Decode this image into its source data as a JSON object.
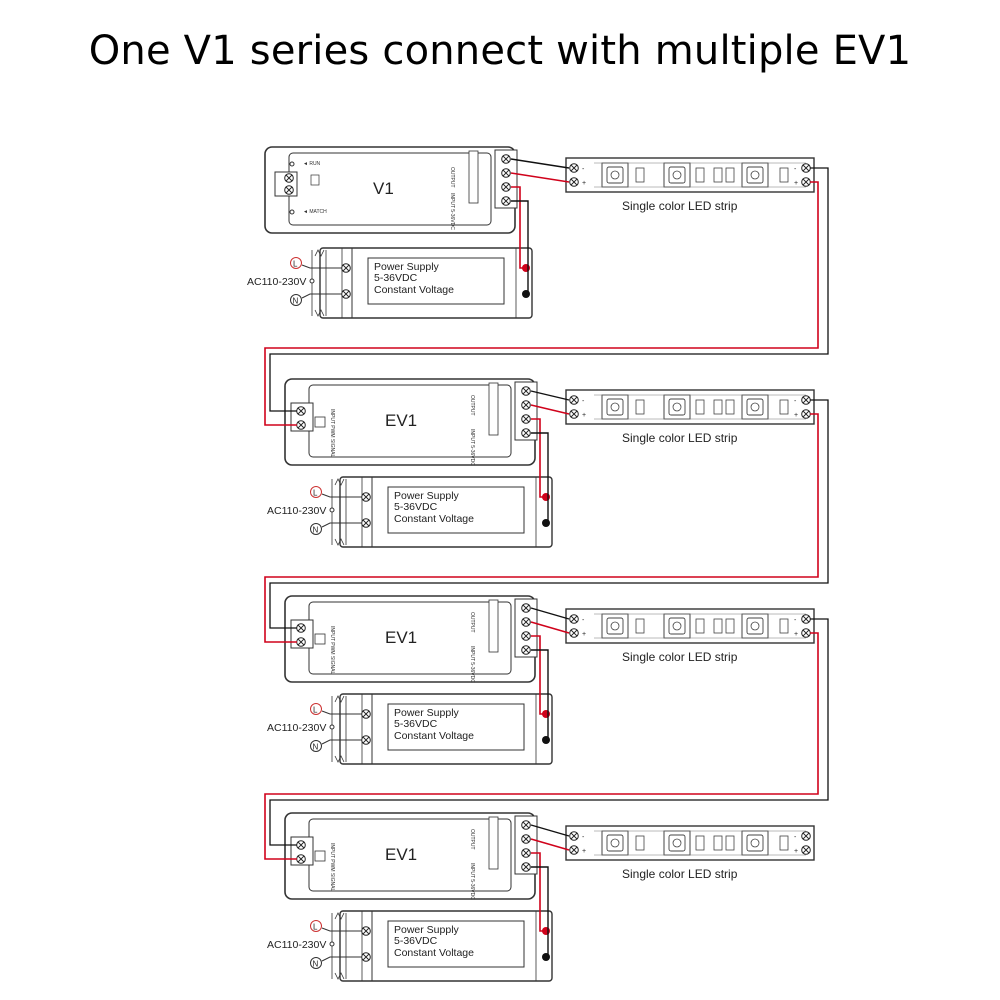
{
  "title": "One V1 series connect with multiple EV1",
  "master": {
    "name": "V1",
    "labels": [
      "RUN",
      "MATCH",
      "OUTPUT",
      "INPUT 5-36VDC"
    ]
  },
  "slaves": [
    {
      "name": "EV1",
      "labels": [
        "INPUT PWM SIGNAL",
        "OUTPUT",
        "INPUT 5-36VDC"
      ]
    },
    {
      "name": "EV1",
      "labels": [
        "INPUT PWM SIGNAL",
        "OUTPUT",
        "INPUT 5-36VDC"
      ]
    },
    {
      "name": "EV1",
      "labels": [
        "INPUT PWM SIGNAL",
        "OUTPUT",
        "INPUT 5-36VDC"
      ]
    }
  ],
  "power_supply": {
    "line1": "Power Supply",
    "line2": "5-36VDC",
    "line3": "Constant Voltage",
    "ac_label": "AC110-230V",
    "live": "L",
    "neutral": "N"
  },
  "strip": {
    "label": "Single color LED strip",
    "minus": "-",
    "plus": "+"
  },
  "colors": {
    "positive_wire": "#d0021b",
    "negative_wire": "#111111",
    "line": "#333333"
  }
}
